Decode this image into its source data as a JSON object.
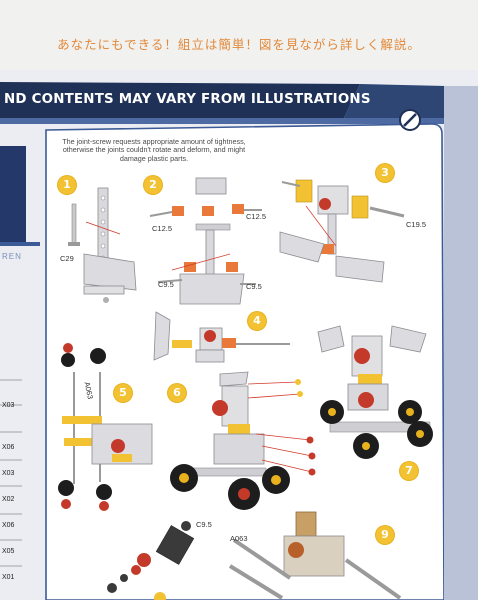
{
  "caption": "あなたにもできる！組立は簡単！図を見ながら詳しく解説。",
  "banner": "ND CONTENTS MAY VARY FROM ILLUSTRATIONS",
  "brand_fragment": "REN",
  "warning": "The joint-screw requests appropriate amount of tightness, otherwise the joints couldn't rotate and deform, and might damage plastic parts.",
  "steps": [
    "1",
    "2",
    "3",
    "4",
    "5",
    "6",
    "7",
    "9"
  ],
  "part_labels": {
    "c29": "C29",
    "c12_5_left": "C12.5",
    "c12_5_right": "C12.5",
    "c9_5_a": "C9.5",
    "c9_5_b": "C9.5",
    "c19_5": "C19.5",
    "c9_5_c": "C9.5",
    "a063_a": "A063",
    "a063_b": "A063"
  },
  "side_codes": [
    "X03",
    "X06",
    "X03",
    "X02",
    "X06",
    "X05",
    "X01"
  ],
  "colors": {
    "caption": "#e2893a",
    "banner": "#20345c",
    "step_badge": "#f2c233",
    "panel_border": "#3b5a96"
  }
}
